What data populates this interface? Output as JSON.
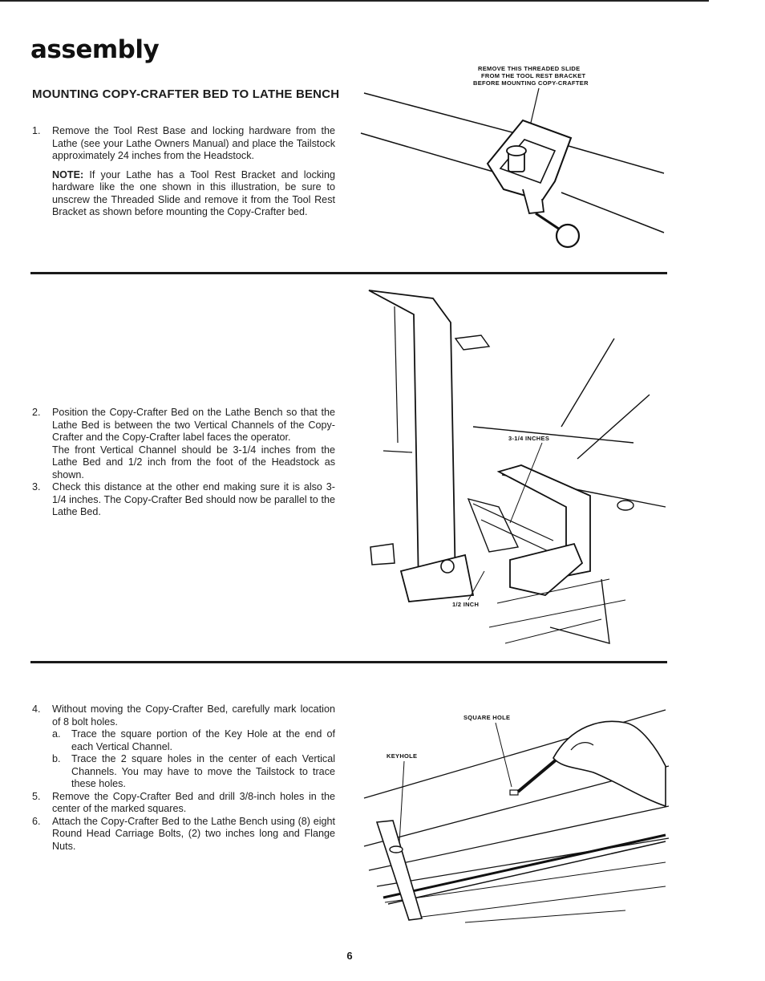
{
  "header": {
    "title": "assembly"
  },
  "section1": {
    "heading": "MOUNTING COPY-CRAFTER BED TO LATHE BENCH",
    "step1": {
      "number": "1.",
      "text": "Remove the Tool Rest Base and locking hardware from the Lathe (see your Lathe Owners Manual) and place the Tailstock approximately 24 inches from the Headstock."
    },
    "note": {
      "label": "NOTE:",
      "text": " If your Lathe has a Tool Rest Bracket and locking hardware like the one shown in this illustration, be sure to unscrew the Threaded Slide and remove it from the Tool Rest Bracket as shown before mounting the Copy-Crafter bed."
    },
    "figure_callout": [
      "REMOVE THIS THREADED SLIDE",
      "FROM THE TOOL REST BRACKET",
      "BEFORE MOUNTING COPY-CRAFTER"
    ]
  },
  "section2": {
    "step2": {
      "number": "2.",
      "text": "Position the Copy-Crafter Bed on the Lathe Bench so that the Lathe Bed is between the two Vertical Channels of the Copy-Crafter and the Copy-Crafter label faces the operator.",
      "text2": "The front Vertical Channel should be 3-1/4 inches from the Lathe Bed and 1/2 inch from the foot of the Headstock as shown."
    },
    "step3": {
      "number": "3.",
      "text": "Check this distance at the other end making sure it is also 3-1/4 inches. The Copy-Crafter Bed should now be parallel to the Lathe Bed."
    },
    "callout_a": "3-1/4 INCHES",
    "callout_b": "1/2 INCH"
  },
  "section3": {
    "step4": {
      "number": "4.",
      "text": "Without moving the Copy-Crafter Bed, carefully mark location of 8 bolt holes.",
      "a_letter": "a.",
      "a_text": "Trace the square portion of the Key Hole at the end of each Vertical Channel.",
      "b_letter": "b.",
      "b_text": "Trace the 2 square holes in the center of each Vertical Channels. You may have to move the Tailstock to trace these holes."
    },
    "step5": {
      "number": "5.",
      "text": "Remove the Copy-Crafter Bed and drill 3/8-inch holes in the center of the marked squares."
    },
    "step6": {
      "number": "6.",
      "text": "Attach the Copy-Crafter Bed to the Lathe Bench using (8) eight Round Head Carriage Bolts, (2) two inches long and Flange Nuts."
    },
    "callout_square": "SQUARE HOLE",
    "callout_keyhole": "KEYHOLE"
  },
  "footer": {
    "page_number": "6"
  }
}
